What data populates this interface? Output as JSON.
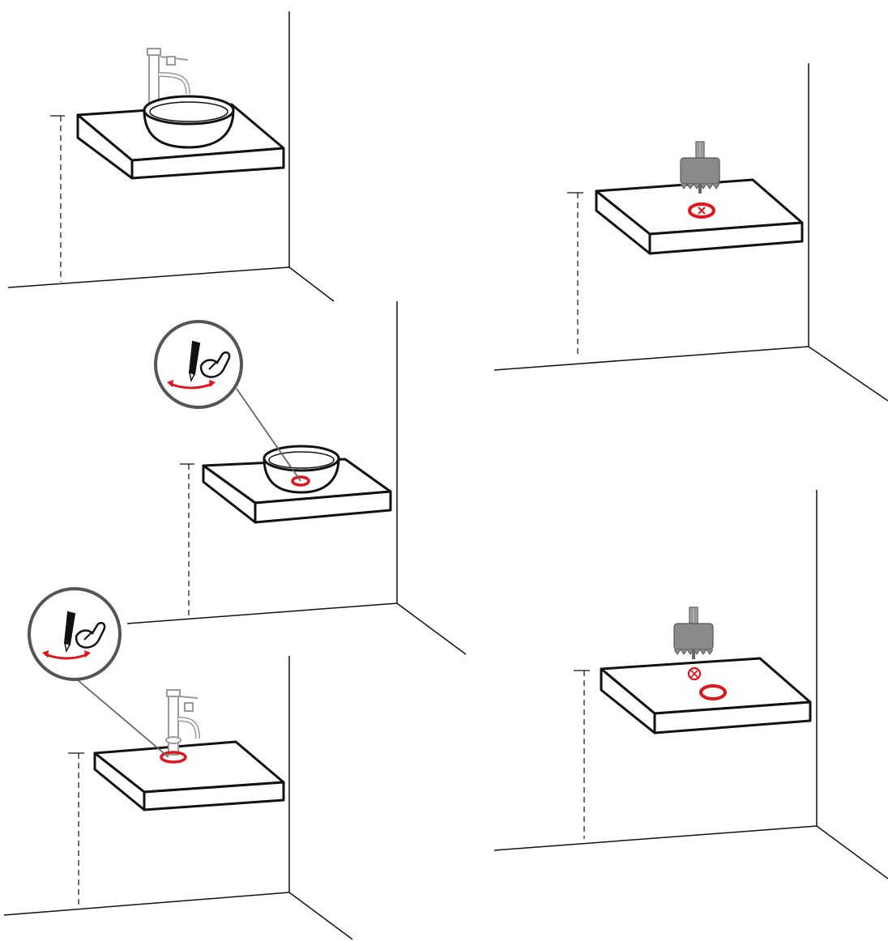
{
  "diagram": {
    "steps": [
      {
        "id": "position-basin-and-tap",
        "icon": "shelf-with-vessel-basin-and-tap"
      },
      {
        "id": "mark-drain-hole",
        "icon": "hand-marking-pencil-icon"
      },
      {
        "id": "mark-tap-hole",
        "icon": "hand-marking-pencil-icon"
      },
      {
        "id": "drill-tap-hole",
        "icon": "hole-saw-icon"
      },
      {
        "id": "drill-drain-hole",
        "icon": "hole-saw-icon"
      }
    ],
    "colors": {
      "line": "#111111",
      "mark": "#e0151c",
      "tool": "#8a8a8a",
      "callout-border": "#555555",
      "tap": "#9a9a9a"
    }
  }
}
